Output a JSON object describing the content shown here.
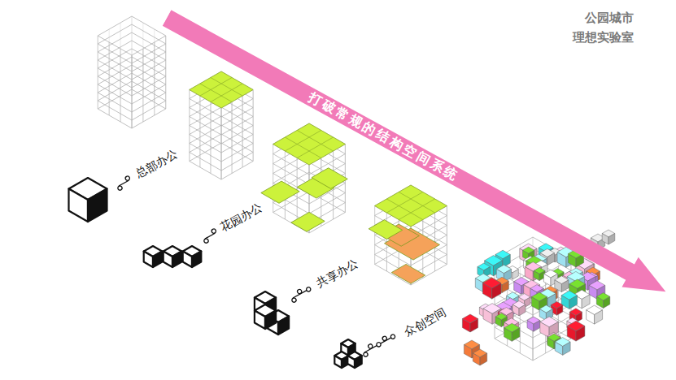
{
  "diagram": {
    "nodes": [
      {
        "text": [
          "打破常规的结构空间系统"
        ]
      }
    ],
    "labels": [
      "公园城市",
      "理想实验室",
      "总部办公",
      "花园办公",
      "共享办公",
      "众创空间"
    ]
  }
}
